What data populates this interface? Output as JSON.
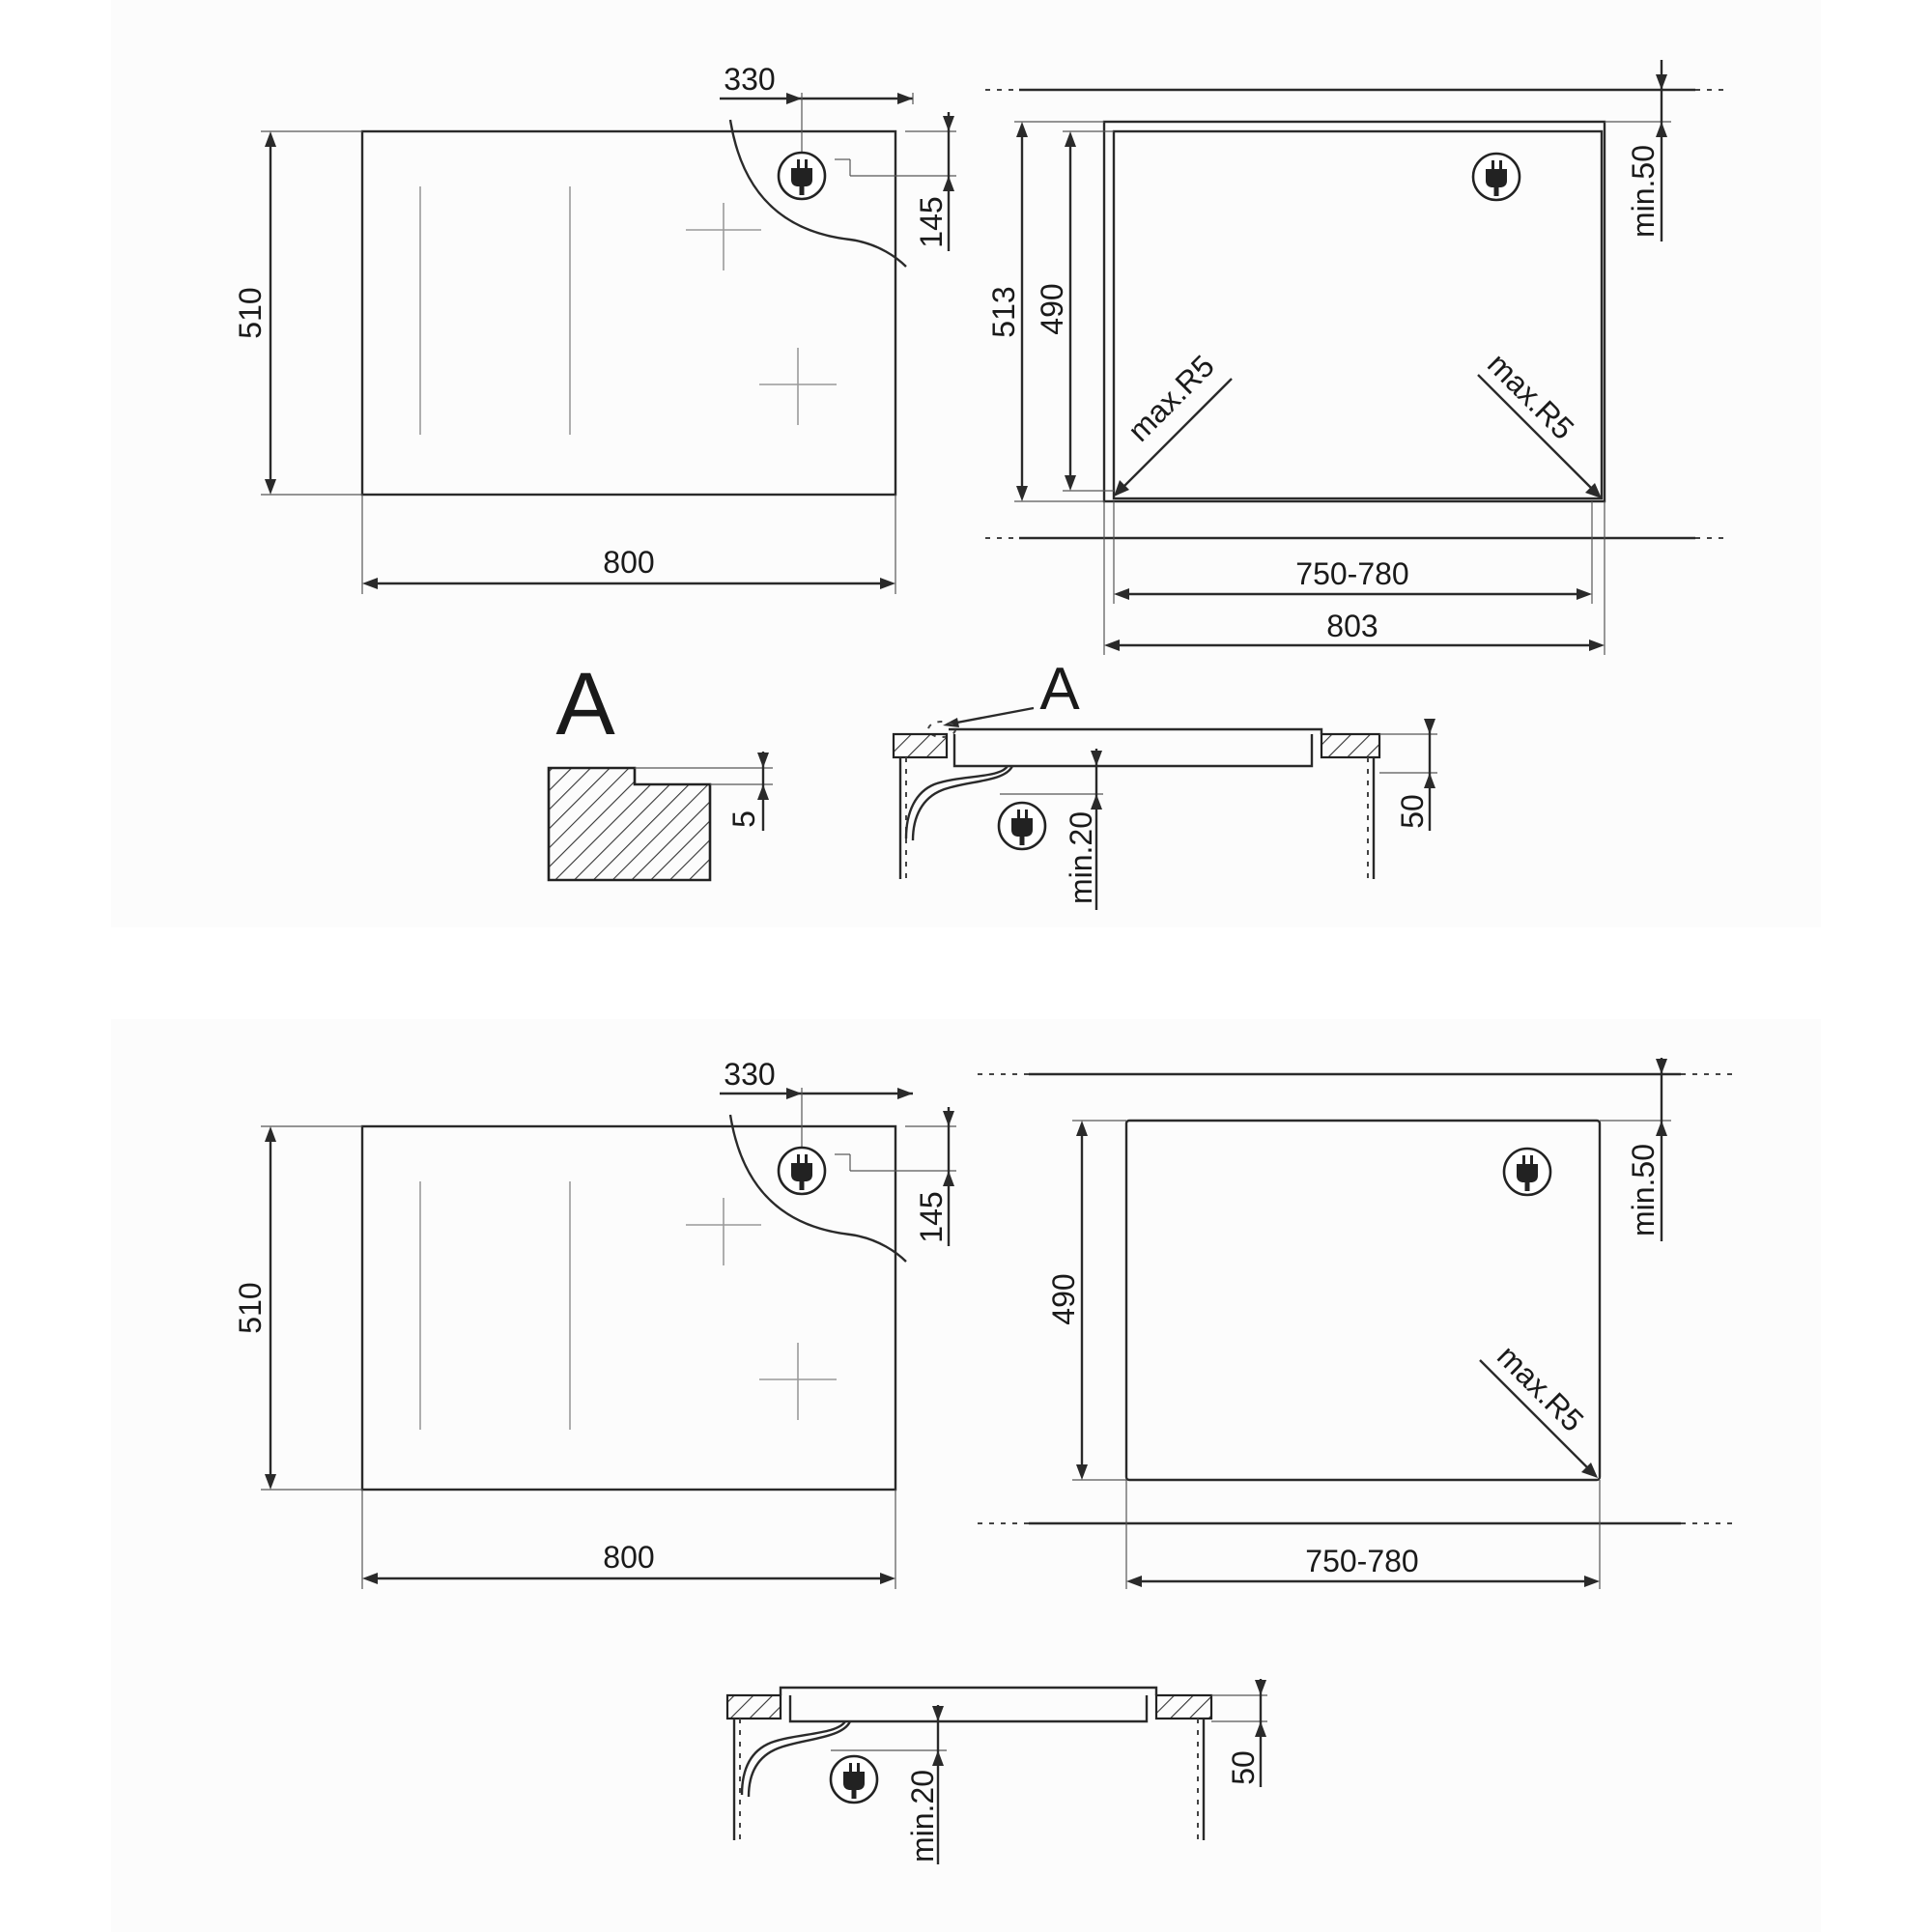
{
  "top": {
    "hob_top": {
      "width": "800",
      "depth": "510",
      "socket_x": "330",
      "socket_y": "145"
    },
    "cutout": {
      "depth_outer": "513",
      "depth_inner": "490",
      "clearance": "min.50",
      "radius_left": "max.R5",
      "radius_right": "max.R5",
      "width_range": "750-780",
      "width_outer": "803"
    },
    "detail": {
      "letter": "A",
      "step": "5"
    },
    "section": {
      "callout": "A",
      "clearance_below": "min.20",
      "depth": "50"
    }
  },
  "bottom": {
    "hob_top": {
      "width": "800",
      "depth": "510",
      "socket_x": "330",
      "socket_y": "145"
    },
    "cutout": {
      "depth_inner": "490",
      "clearance": "min.50",
      "radius": "max.R5",
      "width_range": "750-780"
    },
    "section": {
      "clearance_below": "min.20",
      "depth": "50"
    }
  },
  "icons": [
    "plug-icon"
  ]
}
